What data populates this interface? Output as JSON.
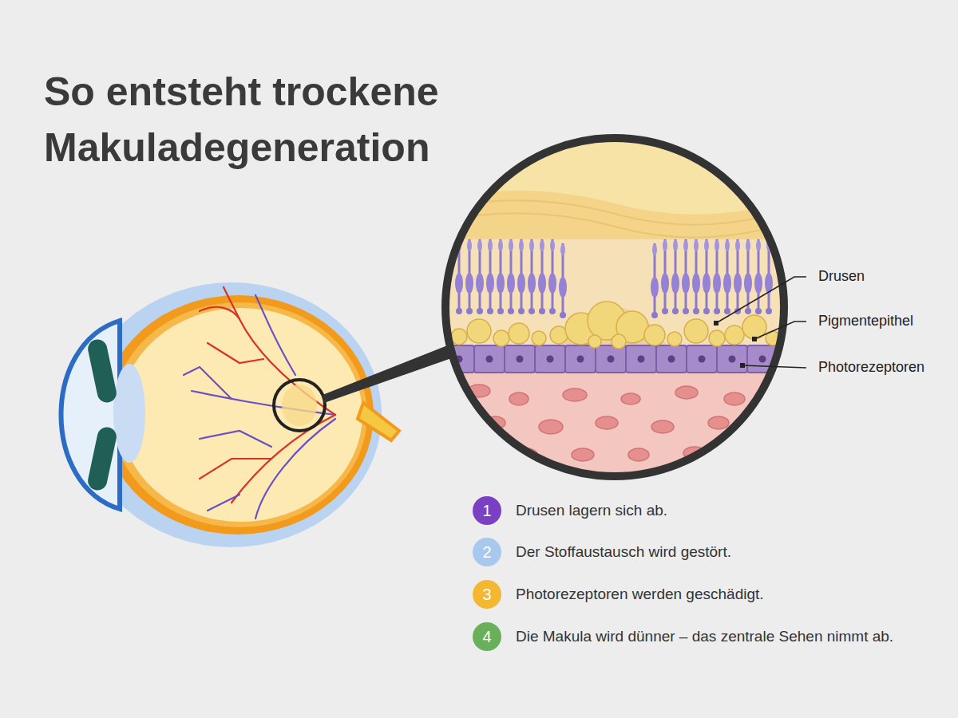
{
  "diagram": {
    "title": "So entsteht trockene Makuladegeneration",
    "nodes": [
      {
        "text": [
          "1",
          "Drusen lagern sich ab."
        ]
      },
      {
        "text": [
          "2",
          "Der Stoffaustausch wird gestört."
        ]
      },
      {
        "text": [
          "3",
          "Photorezeptoren werden geschädigt."
        ]
      },
      {
        "text": [
          "4",
          "Die Makula wird dünner – das zentrale Sehen nimmt ab."
        ]
      }
    ],
    "labels": [
      "Drusen",
      "Pigmentepithel",
      "Photorezeptoren"
    ]
  }
}
